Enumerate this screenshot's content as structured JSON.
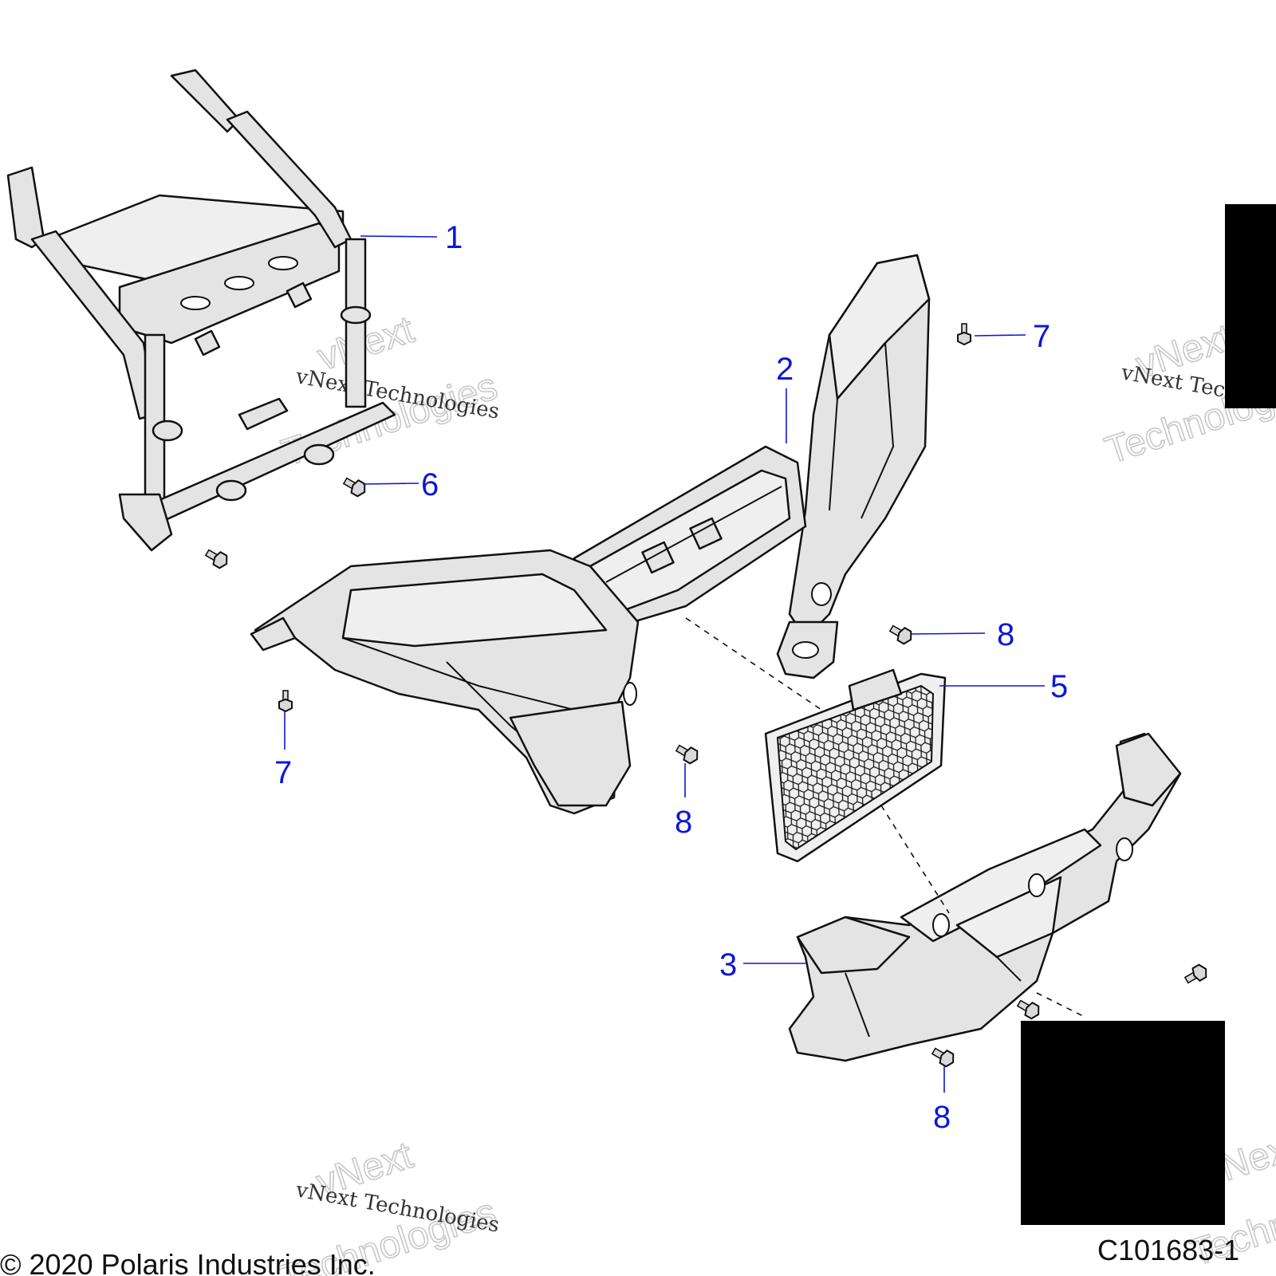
{
  "callouts": {
    "c1": "1",
    "c2": "2",
    "c3": "3",
    "c5": "5",
    "c6": "6",
    "c7a": "7",
    "c7b": "7",
    "c8a": "8",
    "c8b": "8",
    "c8c": "8"
  },
  "watermark": {
    "line1": "vNext",
    "line2": "Technologies",
    "small": "vNext Technologies"
  },
  "footer": {
    "copyright": "© 2020 Polaris Industries Inc.",
    "diagram_id": "C101683-1"
  },
  "colors": {
    "callout": "#0b18d6",
    "part_fill": "#e4e4e4",
    "redaction": "#000000"
  }
}
